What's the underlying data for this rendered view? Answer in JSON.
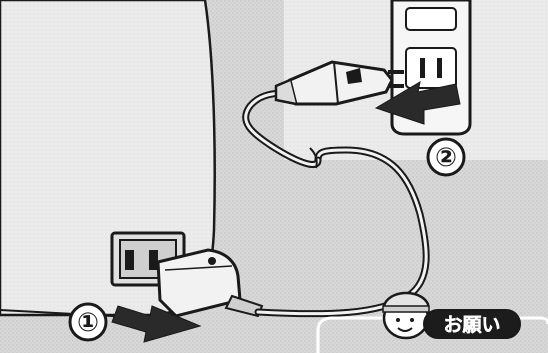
{
  "step_markers": [
    {
      "label": "①"
    },
    {
      "label": "②"
    }
  ],
  "badge": {
    "text": "お願い"
  },
  "colors": {
    "background": "#d9d9d9",
    "appliance_body": "#e9e9e9",
    "outline": "#1a1a1a",
    "arrow": "#2a2a2a",
    "wall_panel": "#f4f4f4",
    "badge_fill": "#1c1c1c",
    "badge_text": "#ffffff"
  }
}
